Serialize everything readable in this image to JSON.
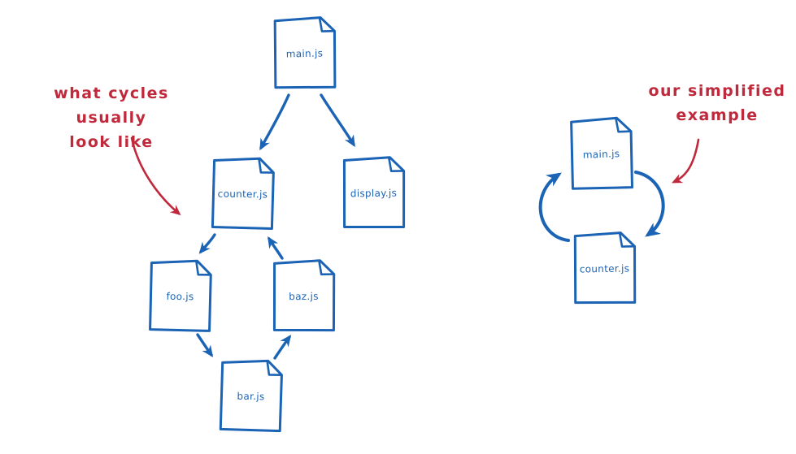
{
  "colors": {
    "blue": "#1b63b4",
    "red": "#c0293c",
    "background": "#ffffff"
  },
  "annotations": {
    "left": {
      "line1": "what cycles usually",
      "line2": "look like"
    },
    "right": {
      "line1": "our simplified",
      "line2": "example"
    }
  },
  "nodes": {
    "left_main": {
      "label": "main.js"
    },
    "left_counter": {
      "label": "counter.js"
    },
    "left_display": {
      "label": "display.js"
    },
    "left_foo": {
      "label": "foo.js"
    },
    "left_baz": {
      "label": "baz.js"
    },
    "left_bar": {
      "label": "bar.js"
    },
    "right_main": {
      "label": "main.js"
    },
    "right_counter": {
      "label": "counter.js"
    }
  },
  "graph_left": {
    "title_annotation": "what cycles usually look like",
    "edges": [
      {
        "from": "main.js",
        "to": "counter.js"
      },
      {
        "from": "main.js",
        "to": "display.js"
      },
      {
        "from": "counter.js",
        "to": "foo.js"
      },
      {
        "from": "foo.js",
        "to": "bar.js"
      },
      {
        "from": "bar.js",
        "to": "baz.js"
      },
      {
        "from": "baz.js",
        "to": "counter.js"
      }
    ],
    "cycle": [
      "counter.js",
      "foo.js",
      "bar.js",
      "baz.js",
      "counter.js"
    ]
  },
  "graph_right": {
    "title_annotation": "our simplified example",
    "edges": [
      {
        "from": "main.js",
        "to": "counter.js"
      },
      {
        "from": "counter.js",
        "to": "main.js"
      }
    ],
    "cycle": [
      "main.js",
      "counter.js",
      "main.js"
    ]
  }
}
